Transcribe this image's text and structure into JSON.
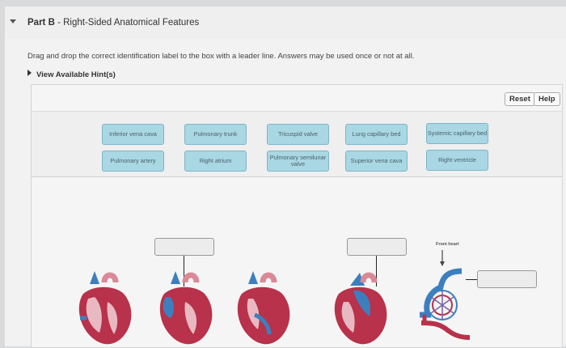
{
  "part": {
    "label": "Part B",
    "separator": " - ",
    "title": "Right-Sided Anatomical Features"
  },
  "instruction": "Drag and drop the correct identification label to the box with a leader line. Answers may be used once or not at all.",
  "hints_label": "View Available Hint(s)",
  "toolbar": {
    "reset_label": "Reset",
    "help_label": "Help"
  },
  "labels": [
    "Inferior vena cava",
    "Pulmonary trunk",
    "Tricuspid valve",
    "Lung capillary bed",
    "Systemic capillary bed",
    "Pulmonary artery",
    "Right atrium",
    "Pulmonary semilunar valve",
    "Superior vena cava",
    "Right ventricle"
  ],
  "diagram": {
    "from_heart_label": "From heart"
  },
  "colors": {
    "chip_fill": "#a9d7e4",
    "chip_border": "#7fb5c6",
    "heart_red": "#b7324a",
    "vessel_blue": "#3c7fbf"
  }
}
